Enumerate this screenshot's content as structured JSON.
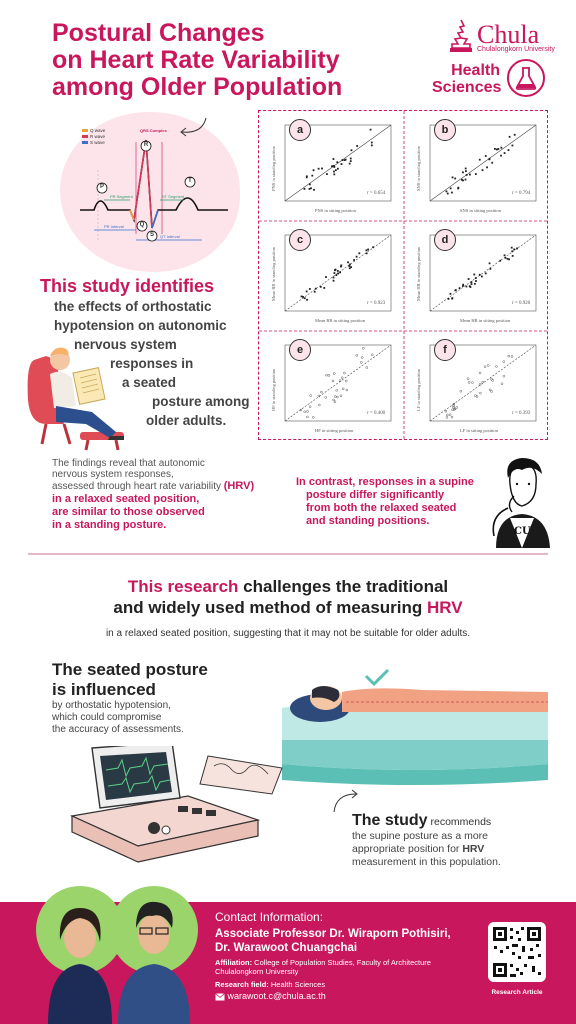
{
  "title": {
    "line1": "Postural Changes",
    "line2": "on Heart Rate Variability",
    "line3": "among Older Population"
  },
  "logo": {
    "chula": "Chula",
    "chula_sub": "Chulalongkorn University",
    "health_line1": "Health",
    "health_line2": "Sciences"
  },
  "ecg_labels": {
    "legend": [
      "Q wave",
      "R wave",
      "S wave"
    ],
    "qrs": "QRS Complex",
    "pr_segment": "PR Segment",
    "st_segment": "ST Segment",
    "pr_interval": "PR Interval",
    "qt_interval": "QT Interval",
    "p": "P",
    "q": "Q",
    "r": "R",
    "s": "S",
    "t": "T"
  },
  "scatter_panels": [
    {
      "badge": "a",
      "r": "r = 0.654",
      "xlabel": "PNS in sitting position",
      "ylabel": "PNS in standing position"
    },
    {
      "badge": "b",
      "r": "r = 0.794",
      "xlabel": "SNS in sitting position",
      "ylabel": "SNS in standing position"
    },
    {
      "badge": "c",
      "r": "r = 0.923",
      "xlabel": "Mean RR in sitting position",
      "ylabel": "Mean RR in standing position"
    },
    {
      "badge": "d",
      "r": "r = 0.920",
      "xlabel": "Mean HR in sitting position",
      "ylabel": "Mean HR in standing position"
    },
    {
      "badge": "e",
      "r": "r = 0.400",
      "xlabel": "HF in sitting position",
      "ylabel": "HF in standing position"
    },
    {
      "badge": "f",
      "r": "r = 0.393",
      "xlabel": "LF in sitting position",
      "ylabel": "LF in standing position"
    }
  ],
  "identifies": {
    "heading": "This study identifies",
    "lines": [
      "the effects of orthostatic",
      "hypotension on autonomic",
      "nervous system",
      "responses in",
      "a seated",
      "posture among",
      "older adults."
    ]
  },
  "findings": {
    "line1": "The findings reveal that autonomic",
    "line2": "nervous system responses,",
    "line3": "assessed through heart rate variability",
    "hrv": "(HRV)",
    "emph1": "in a relaxed seated position,",
    "emph2": "are similar to those observed",
    "emph3": "in a standing posture."
  },
  "contrast": {
    "line1": "In contrast, responses in a supine",
    "line2": "posture differ significantly",
    "line3": "from both the relaxed seated",
    "line4": "and standing positions."
  },
  "avatar_shirt": "CU",
  "challenge": {
    "pink1": "This research",
    "rest1": " challenges the traditional",
    "line2a": "and widely used method of measuring ",
    "pink2": "HRV",
    "sub": "in a relaxed seated position, suggesting that it may not be suitable for older adults."
  },
  "seated": {
    "h1": "The seated posture",
    "h2": "is influenced",
    "b1": "by orthostatic hypotension,",
    "b2": "which could compromise",
    "b3": "the accuracy of assessments."
  },
  "study": {
    "h": "The study",
    "h_rest": " recommends",
    "b1": "the supine posture as a more",
    "b2": "appropriate position for ",
    "hrv": "HRV",
    "b3": "measurement in this population."
  },
  "contact": {
    "title": "Contact Information:",
    "name1": "Associate Professor Dr. Wiraporn Pothisiri,",
    "name2": "Dr. Warawoot Chuangchai",
    "affiliation_label": "Affiliation:",
    "affiliation": "College of Population Studies, Faculty of Architecture",
    "affiliation2": "Chulalongkorn University",
    "research_label": "Research field:",
    "research": "Health Sciences",
    "email": "warawoot.c@chula.ac.th",
    "qr_label": "Research Article"
  },
  "colors": {
    "brand_pink": "#c8175d",
    "light_pink": "#fde4ea",
    "teal": "#7fcfc8"
  }
}
